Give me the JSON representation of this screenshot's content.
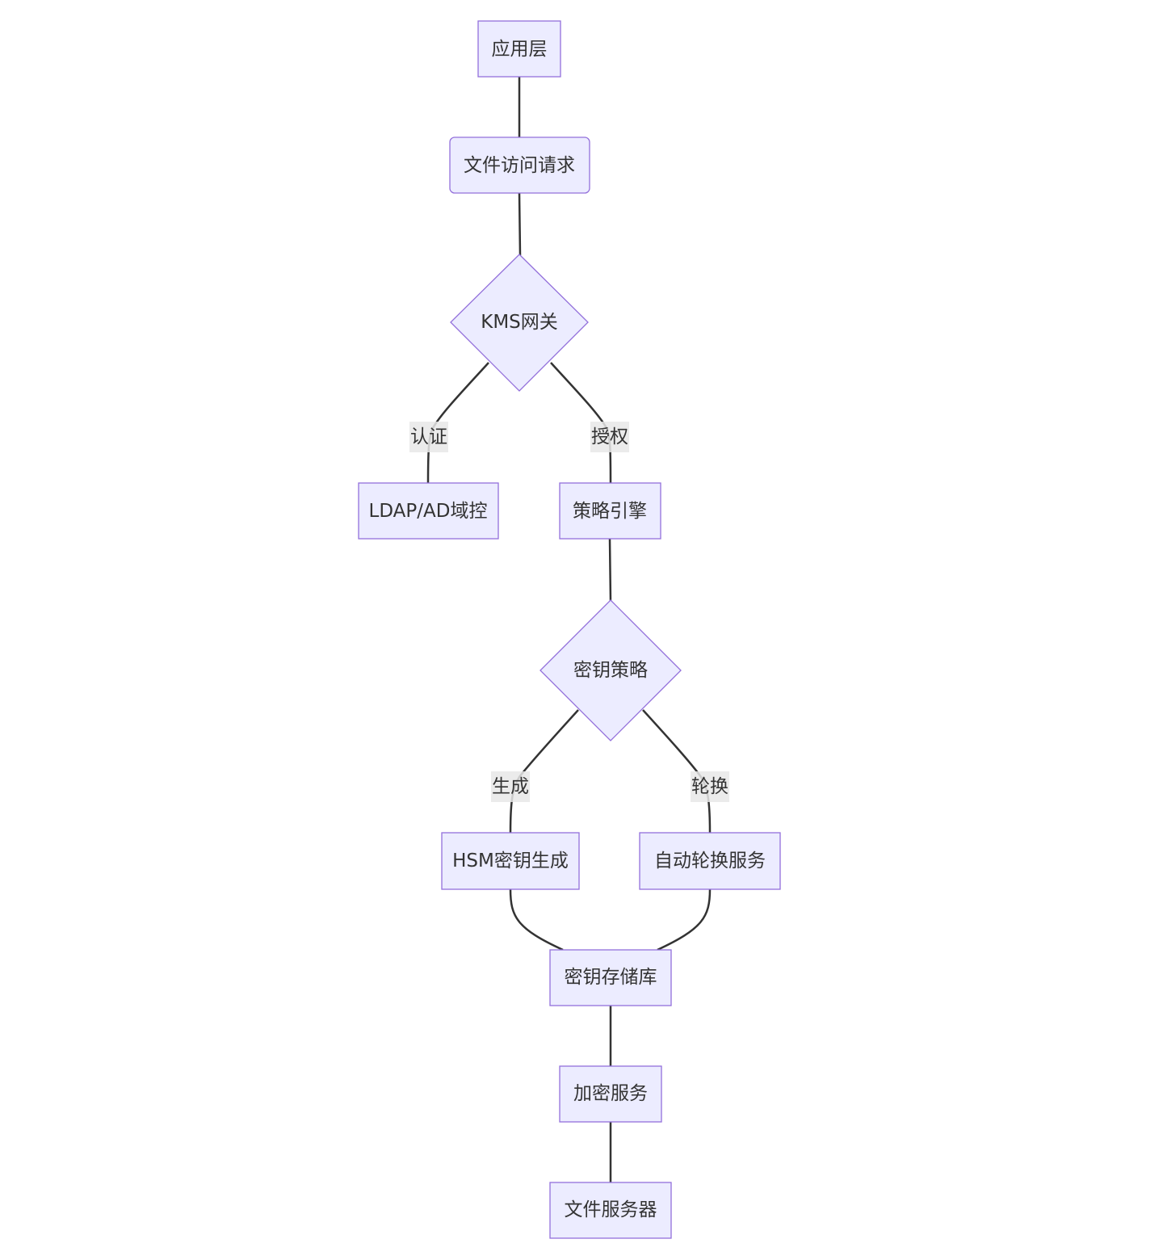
{
  "colors": {
    "node_fill": "#ECECFF",
    "node_stroke": "#9370DB",
    "edge": "#333333",
    "label_bg": "#e8e8e8",
    "text": "#333333"
  },
  "nodes": {
    "app": {
      "label": "应用层",
      "shape": "rect"
    },
    "request": {
      "label": "文件访问请求",
      "shape": "rounded-rect"
    },
    "kms": {
      "label": "KMS网关",
      "shape": "diamond"
    },
    "ldap": {
      "label": "LDAP/AD域控",
      "shape": "rect"
    },
    "policy_engine": {
      "label": "策略引擎",
      "shape": "rect"
    },
    "key_policy": {
      "label": "密钥策略",
      "shape": "diamond"
    },
    "hsm": {
      "label": "HSM密钥生成",
      "shape": "rect"
    },
    "rotation": {
      "label": "自动轮换服务",
      "shape": "rect"
    },
    "keystore": {
      "label": "密钥存储库",
      "shape": "rect"
    },
    "encrypt": {
      "label": "加密服务",
      "shape": "rect"
    },
    "fileserver": {
      "label": "文件服务器",
      "shape": "rect"
    }
  },
  "edges": [
    {
      "from": "app",
      "to": "request",
      "label": ""
    },
    {
      "from": "request",
      "to": "kms",
      "label": ""
    },
    {
      "from": "kms",
      "to": "ldap",
      "label": "认证"
    },
    {
      "from": "kms",
      "to": "policy_engine",
      "label": "授权"
    },
    {
      "from": "policy_engine",
      "to": "key_policy",
      "label": ""
    },
    {
      "from": "key_policy",
      "to": "hsm",
      "label": "生成"
    },
    {
      "from": "key_policy",
      "to": "rotation",
      "label": "轮换"
    },
    {
      "from": "hsm",
      "to": "keystore",
      "label": ""
    },
    {
      "from": "rotation",
      "to": "keystore",
      "label": ""
    },
    {
      "from": "keystore",
      "to": "encrypt",
      "label": ""
    },
    {
      "from": "encrypt",
      "to": "fileserver",
      "label": ""
    }
  ]
}
